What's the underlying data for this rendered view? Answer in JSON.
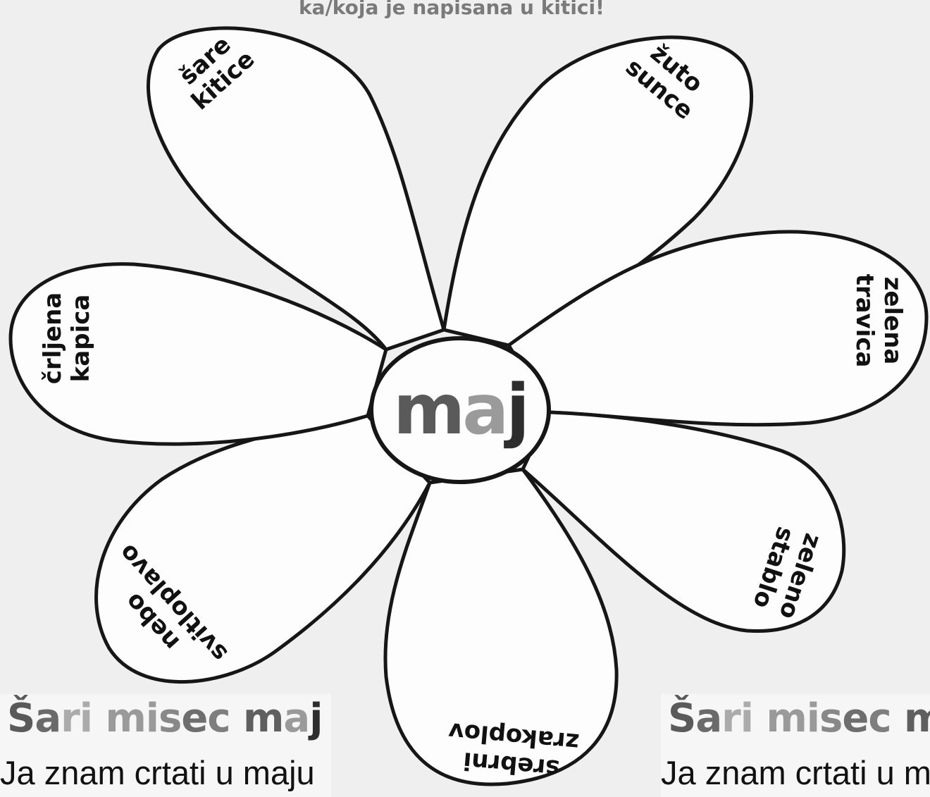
{
  "instruction": "ka/koja je napisana u kitici!",
  "center_word": {
    "parts": [
      "m",
      "a",
      "j"
    ],
    "colors": [
      "#5a5a5a",
      "#9a9a9a",
      "#2e2e2e"
    ]
  },
  "petals": [
    {
      "lines": [
        "šare",
        "kitice"
      ]
    },
    {
      "lines": [
        "žuto",
        "sunce"
      ]
    },
    {
      "lines": [
        "zelena",
        "travica"
      ]
    },
    {
      "lines": [
        "zeleno",
        "stablo"
      ]
    },
    {
      "lines": [
        "srebrni",
        "zrakoplov"
      ]
    },
    {
      "lines": [
        "svitloplavo",
        "nebo"
      ]
    },
    {
      "lines": [
        "črljena",
        "kapica"
      ]
    }
  ],
  "cards": {
    "left": {
      "title_parts": [
        "Š",
        "a",
        "ri ",
        "mi",
        "s",
        "e",
        "c ",
        "m",
        "a",
        "j"
      ],
      "title_colors": [
        "#5a5a5a",
        "#6a6a6a",
        "#ababab",
        "#9a9a9a",
        "#888888",
        "#6e6e6e",
        "#7e7e7e",
        "#5f5f5f",
        "#9a9a9a",
        "#2e2e2e"
      ],
      "subtitle": "Ja znam crtati u maju"
    },
    "right": {
      "title_parts": [
        "Š",
        "a",
        "ri ",
        "mi",
        "s",
        "e",
        "c ",
        "m"
      ],
      "title_colors": [
        "#5a5a5a",
        "#6a6a6a",
        "#ababab",
        "#9a9a9a",
        "#888888",
        "#6e6e6e",
        "#7e7e7e",
        "#5f5f5f"
      ],
      "subtitle": "Ja znam crtati u m"
    }
  }
}
